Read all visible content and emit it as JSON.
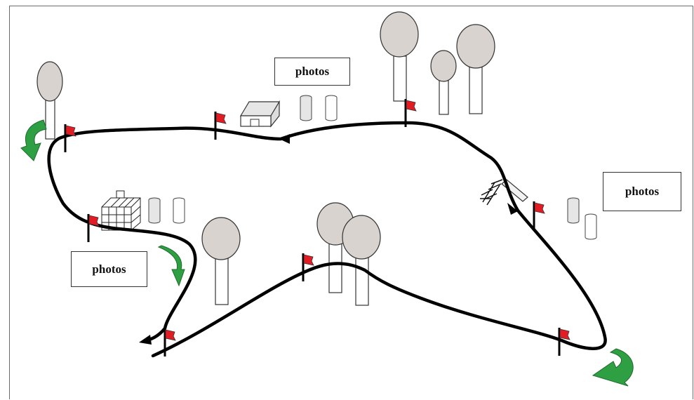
{
  "labels": {
    "photos_top": "photos",
    "photos_left": "photos",
    "photos_right": "photos"
  },
  "colors": {
    "track": "#000000",
    "flag": "#e31b23",
    "arrow_green": "#2ea043",
    "tree_canopy": "#d9d3cf",
    "outline": "#333333"
  },
  "icons": [
    "flag-icon",
    "tree-icon",
    "barrel-icon",
    "building-icon",
    "cage-icon",
    "curved-arrow-icon",
    "direction-arrow-icon",
    "bush-icon",
    "ramp-icon"
  ]
}
